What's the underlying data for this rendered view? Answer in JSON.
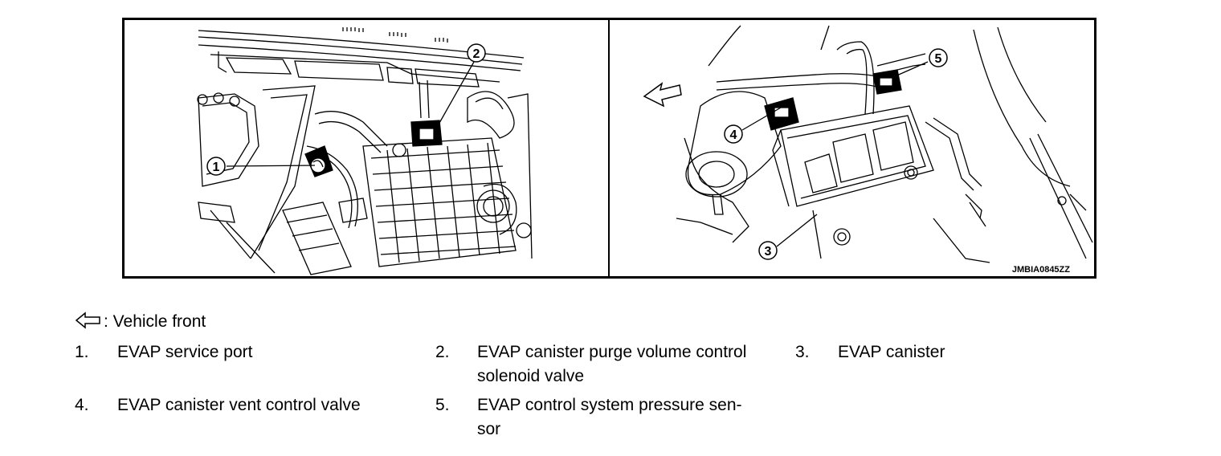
{
  "figure": {
    "code": "JMBIA0845ZZ",
    "callouts": [
      "1",
      "2",
      "3",
      "4",
      "5"
    ]
  },
  "legend": {
    "front_icon": "hollow-left-arrow-icon",
    "front_label": ": Vehicle front",
    "items": [
      {
        "number": "1.",
        "label": "EVAP service port"
      },
      {
        "number": "2.",
        "label_line1": "EVAP canister purge volume control",
        "label_line2": "solenoid valve"
      },
      {
        "number": "3.",
        "label": "EVAP canister"
      },
      {
        "number": "4.",
        "label": "EVAP canister vent control valve"
      },
      {
        "number": "5.",
        "label_line1": "EVAP control system pressure sen-",
        "label_line2": "sor"
      }
    ]
  }
}
